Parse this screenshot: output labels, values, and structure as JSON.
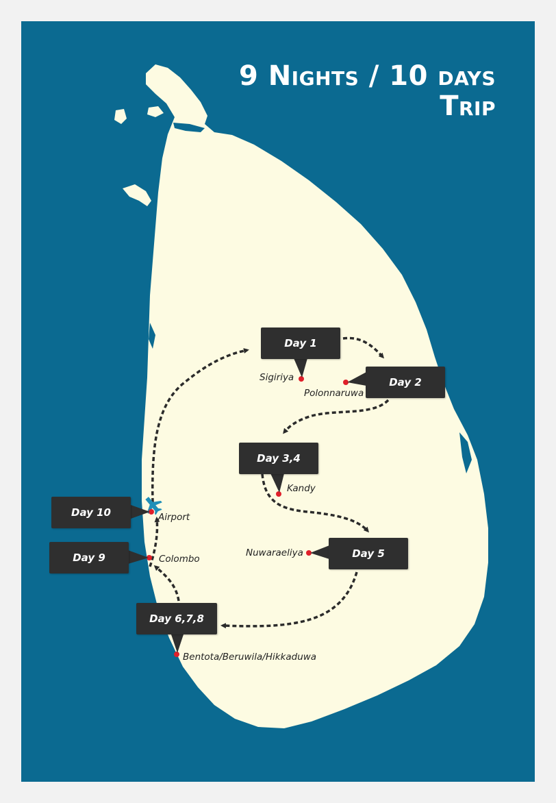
{
  "title": {
    "line1": "9 Nights / 10 days",
    "line2": "Trip"
  },
  "colors": {
    "sea": "#0b6a91",
    "land": "#fdfbe2",
    "frame": "#f2f2f2",
    "callout": "#2f2f2f",
    "marker": "#e0202a",
    "route": "#2b2b2b"
  },
  "places": {
    "sigiriya": "Sigiriya",
    "polonnaruwa": "Polonnaruwa",
    "kandy": "Kandy",
    "nuwaraeliya": "Nuwaraeliya",
    "airport": "Airport",
    "colombo": "Colombo",
    "bentota": "Bentota/Beruwila/Hikkaduwa"
  },
  "days": {
    "d1": "Day 1",
    "d2": "Day 2",
    "d34": "Day 3,4",
    "d5": "Day 5",
    "d678": "Day 6,7,8",
    "d9": "Day 9",
    "d10": "Day 10"
  },
  "icons": {
    "airport": "airplane-icon",
    "stop": "location-dot-icon"
  }
}
